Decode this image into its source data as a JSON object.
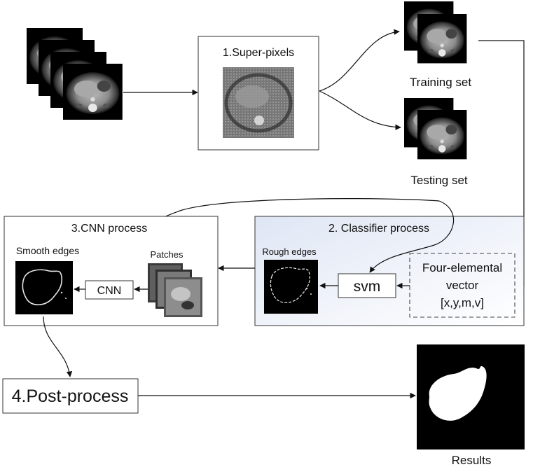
{
  "step1": {
    "title": "1.Super-pixels"
  },
  "sets": {
    "training": "Training set",
    "testing": "Testing set"
  },
  "step2": {
    "title": "2. Classifier process",
    "rough_edges": "Rough edges",
    "svm": "svm",
    "vector_line1": "Four-elemental",
    "vector_line2": "vector",
    "vector_line3": "[x,y,m,v]"
  },
  "step3": {
    "title": "3.CNN process",
    "smooth_edges": "Smooth edges",
    "patches": "Patches",
    "cnn": "CNN"
  },
  "step4": {
    "title": "4.Post-process"
  },
  "results": {
    "label": "Results"
  },
  "colors": {
    "box_border": "#333333",
    "panel_fill": "#eef2fa",
    "dashed_border": "#444444"
  }
}
